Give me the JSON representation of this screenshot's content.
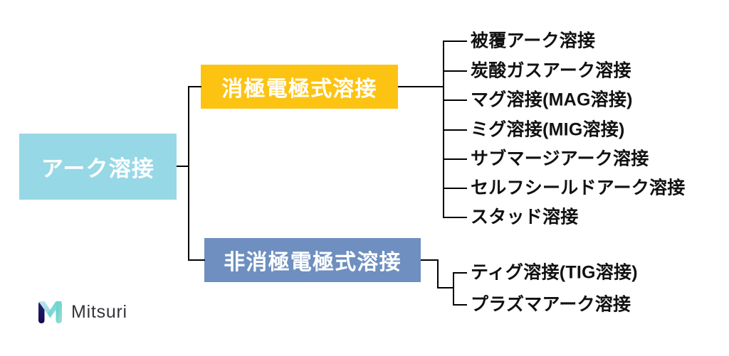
{
  "diagram": {
    "root": {
      "label": "アーク溶接",
      "color": "#97d8e6"
    },
    "branches": [
      {
        "label": "消極電極式溶接",
        "color": "#fdc313",
        "children": [
          "被覆アーク溶接",
          "炭酸ガスアーク溶接",
          "マグ溶接(MAG溶接)",
          "ミグ溶接(MIG溶接)",
          "サブマージアーク溶接",
          "セルフシールドアーク溶接",
          "スタッド溶接"
        ]
      },
      {
        "label": "非消極電極式溶接",
        "color": "#6e8fbf",
        "children": [
          "ティグ溶接(TIG溶接)",
          "プラズマアーク溶接"
        ]
      }
    ],
    "connector_color": "#000000"
  },
  "logo": {
    "wordmark": "Mitsuri",
    "mark_name": "mitsuri-m-logo",
    "mark_colors": {
      "dark": "#140f5a",
      "mid": "#5bd5d0",
      "light": "#9fd9d6",
      "accent": "#bfe6f2"
    },
    "wordmark_color": "#34343c"
  }
}
